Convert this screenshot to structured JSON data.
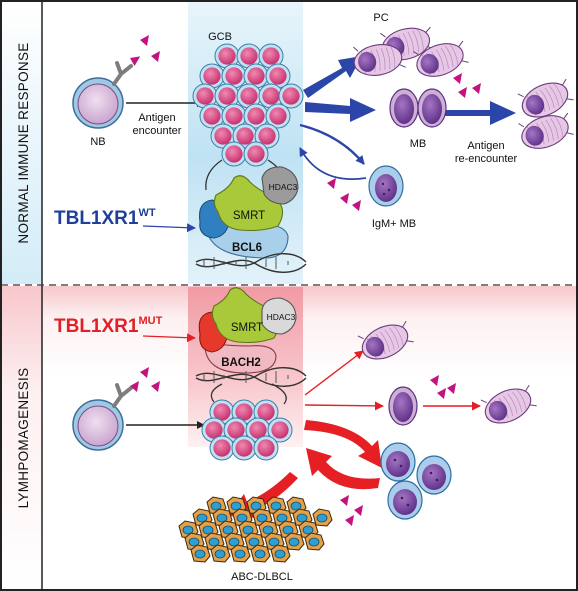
{
  "panels": {
    "top": {
      "side_label": "NORMAL IMMUNE RESPONSE"
    },
    "bottom": {
      "side_label": "LYMHPOMAGENESIS"
    }
  },
  "top": {
    "naive_label": "NB",
    "antigen_encounter": [
      "Antigen",
      "encounter"
    ],
    "gcb_label": "GCB",
    "pc_label": "PC",
    "mb_label": "MB",
    "antigen_reencounter": [
      "Antigen",
      "re-encounter"
    ],
    "igm_mb_label": "IgM+ MB",
    "gene_main": "TBL1XR1",
    "gene_sup": "WT",
    "complex": {
      "smrt": "SMRT",
      "hdac3": "HDAC3",
      "tf": "BCL6"
    }
  },
  "bottom": {
    "gene_main": "TBL1XR1",
    "gene_sup": "MUT",
    "complex": {
      "smrt": "SMRT",
      "hdac3": "HDAC3",
      "tf": "BACH2"
    },
    "dlbcl_label": "ABC-DLBCL"
  },
  "colors": {
    "frame": "#222222",
    "top_panel_bg": "#dff0f9",
    "gcb_shade": "#bfe2f3",
    "bottom_panel_bg": "#fbe3e5",
    "mut_shade": "#f4a6ae",
    "wt_text": "#1f3f9a",
    "mut_text": "#e11f27",
    "blue_arrow": "#2b46a8",
    "red_arrow": "#e51f24",
    "gcb_cell": "#e0508a",
    "smrt": "#a9c93a",
    "hdac3": "#9b9b9b",
    "bcl6": "#a9d0ea",
    "wt_blue_domain": "#2f7fc1",
    "mut_red_domain": "#e6392b",
    "bach2": "#f1b9c1",
    "antigen": "#c4127f"
  }
}
